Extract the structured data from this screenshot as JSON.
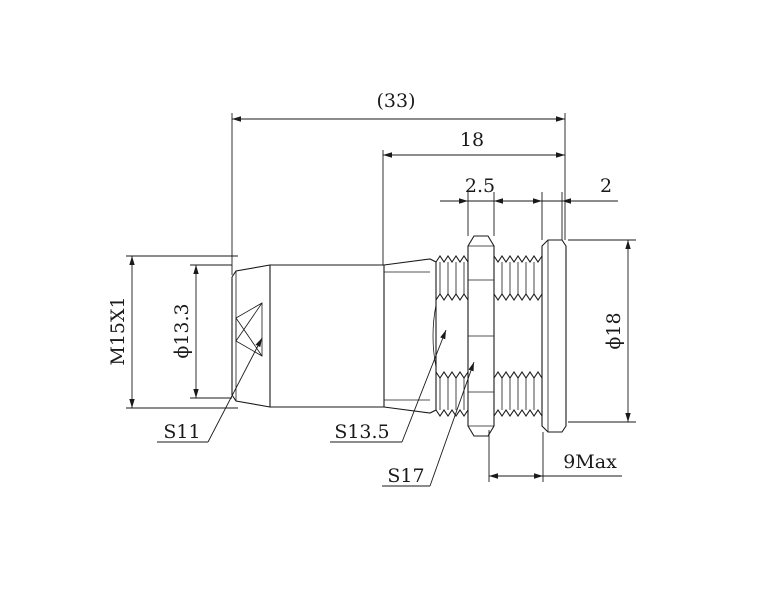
{
  "dimensions": {
    "overall_length": "(33)",
    "length_18": "18",
    "nut_thickness": "2.5",
    "flange_thickness": "2",
    "flange_diameter": "ϕ18",
    "panel_thickness": "9Max",
    "thread": "M15X1",
    "body_diameter": "ϕ13.3",
    "wrench_s11": "S11",
    "wrench_s13_5": "S13.5",
    "wrench_s17": "S17"
  }
}
